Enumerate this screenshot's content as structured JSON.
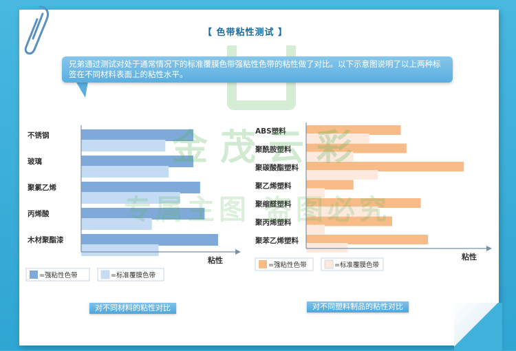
{
  "title": "【 色带粘性测试 】",
  "intro": "兄弟通过测试对处于通常情况下的标准覆膜色带强粘性色带的粘性做了对比。以下示意图说明了以上两种标签在不同材料表面上的粘性水平。",
  "watermark": {
    "line1": "金茂云彩",
    "line2": "专属主图  盗图必究"
  },
  "colors": {
    "strong": "#7fa9d9",
    "standard": "#c3dcf3",
    "strong_orange": "#f6bb86",
    "standard_orange": "#fde9dd",
    "title": "#1a6d9e"
  },
  "chart_data": [
    {
      "type": "bar",
      "orientation": "horizontal",
      "categories": [
        "不锈钢",
        "玻璃",
        "聚氯乙烯",
        "丙烯酸",
        "木材聚酯漆"
      ],
      "series": [
        {
          "name": "=强粘性色带",
          "values": [
            1.0,
            1.0,
            1.06,
            1.1,
            1.22
          ]
        },
        {
          "name": "=标准覆膜色带",
          "values": [
            0.75,
            0.78,
            0.88,
            0.63,
            0.69
          ]
        }
      ],
      "xlabel": "粘性",
      "xlim": [
        0,
        1.3
      ],
      "legend": "bottom-left",
      "caption": "对不同材料的粘性对比"
    },
    {
      "type": "bar",
      "orientation": "horizontal",
      "categories": [
        "ABS塑料",
        "聚酰胺塑料",
        "聚碳酸酯塑料",
        "聚乙烯塑料",
        "聚缩醛塑料",
        "聚丙烯塑料",
        "聚苯乙烯塑料"
      ],
      "series": [
        {
          "name": "=强粘性色带",
          "values": [
            0.66,
            0.7,
            1.1,
            0.33,
            0.8,
            0.6,
            0.85
          ]
        },
        {
          "name": "=标准覆膜色带",
          "values": [
            0.44,
            0.33,
            0.5,
            0.13,
            0.5,
            0.13,
            0.29
          ]
        }
      ],
      "xlabel": "粘性",
      "xlim": [
        0,
        1.2
      ],
      "legend": "bottom-left",
      "caption": "对不同塑料制品的粘性对比"
    }
  ]
}
